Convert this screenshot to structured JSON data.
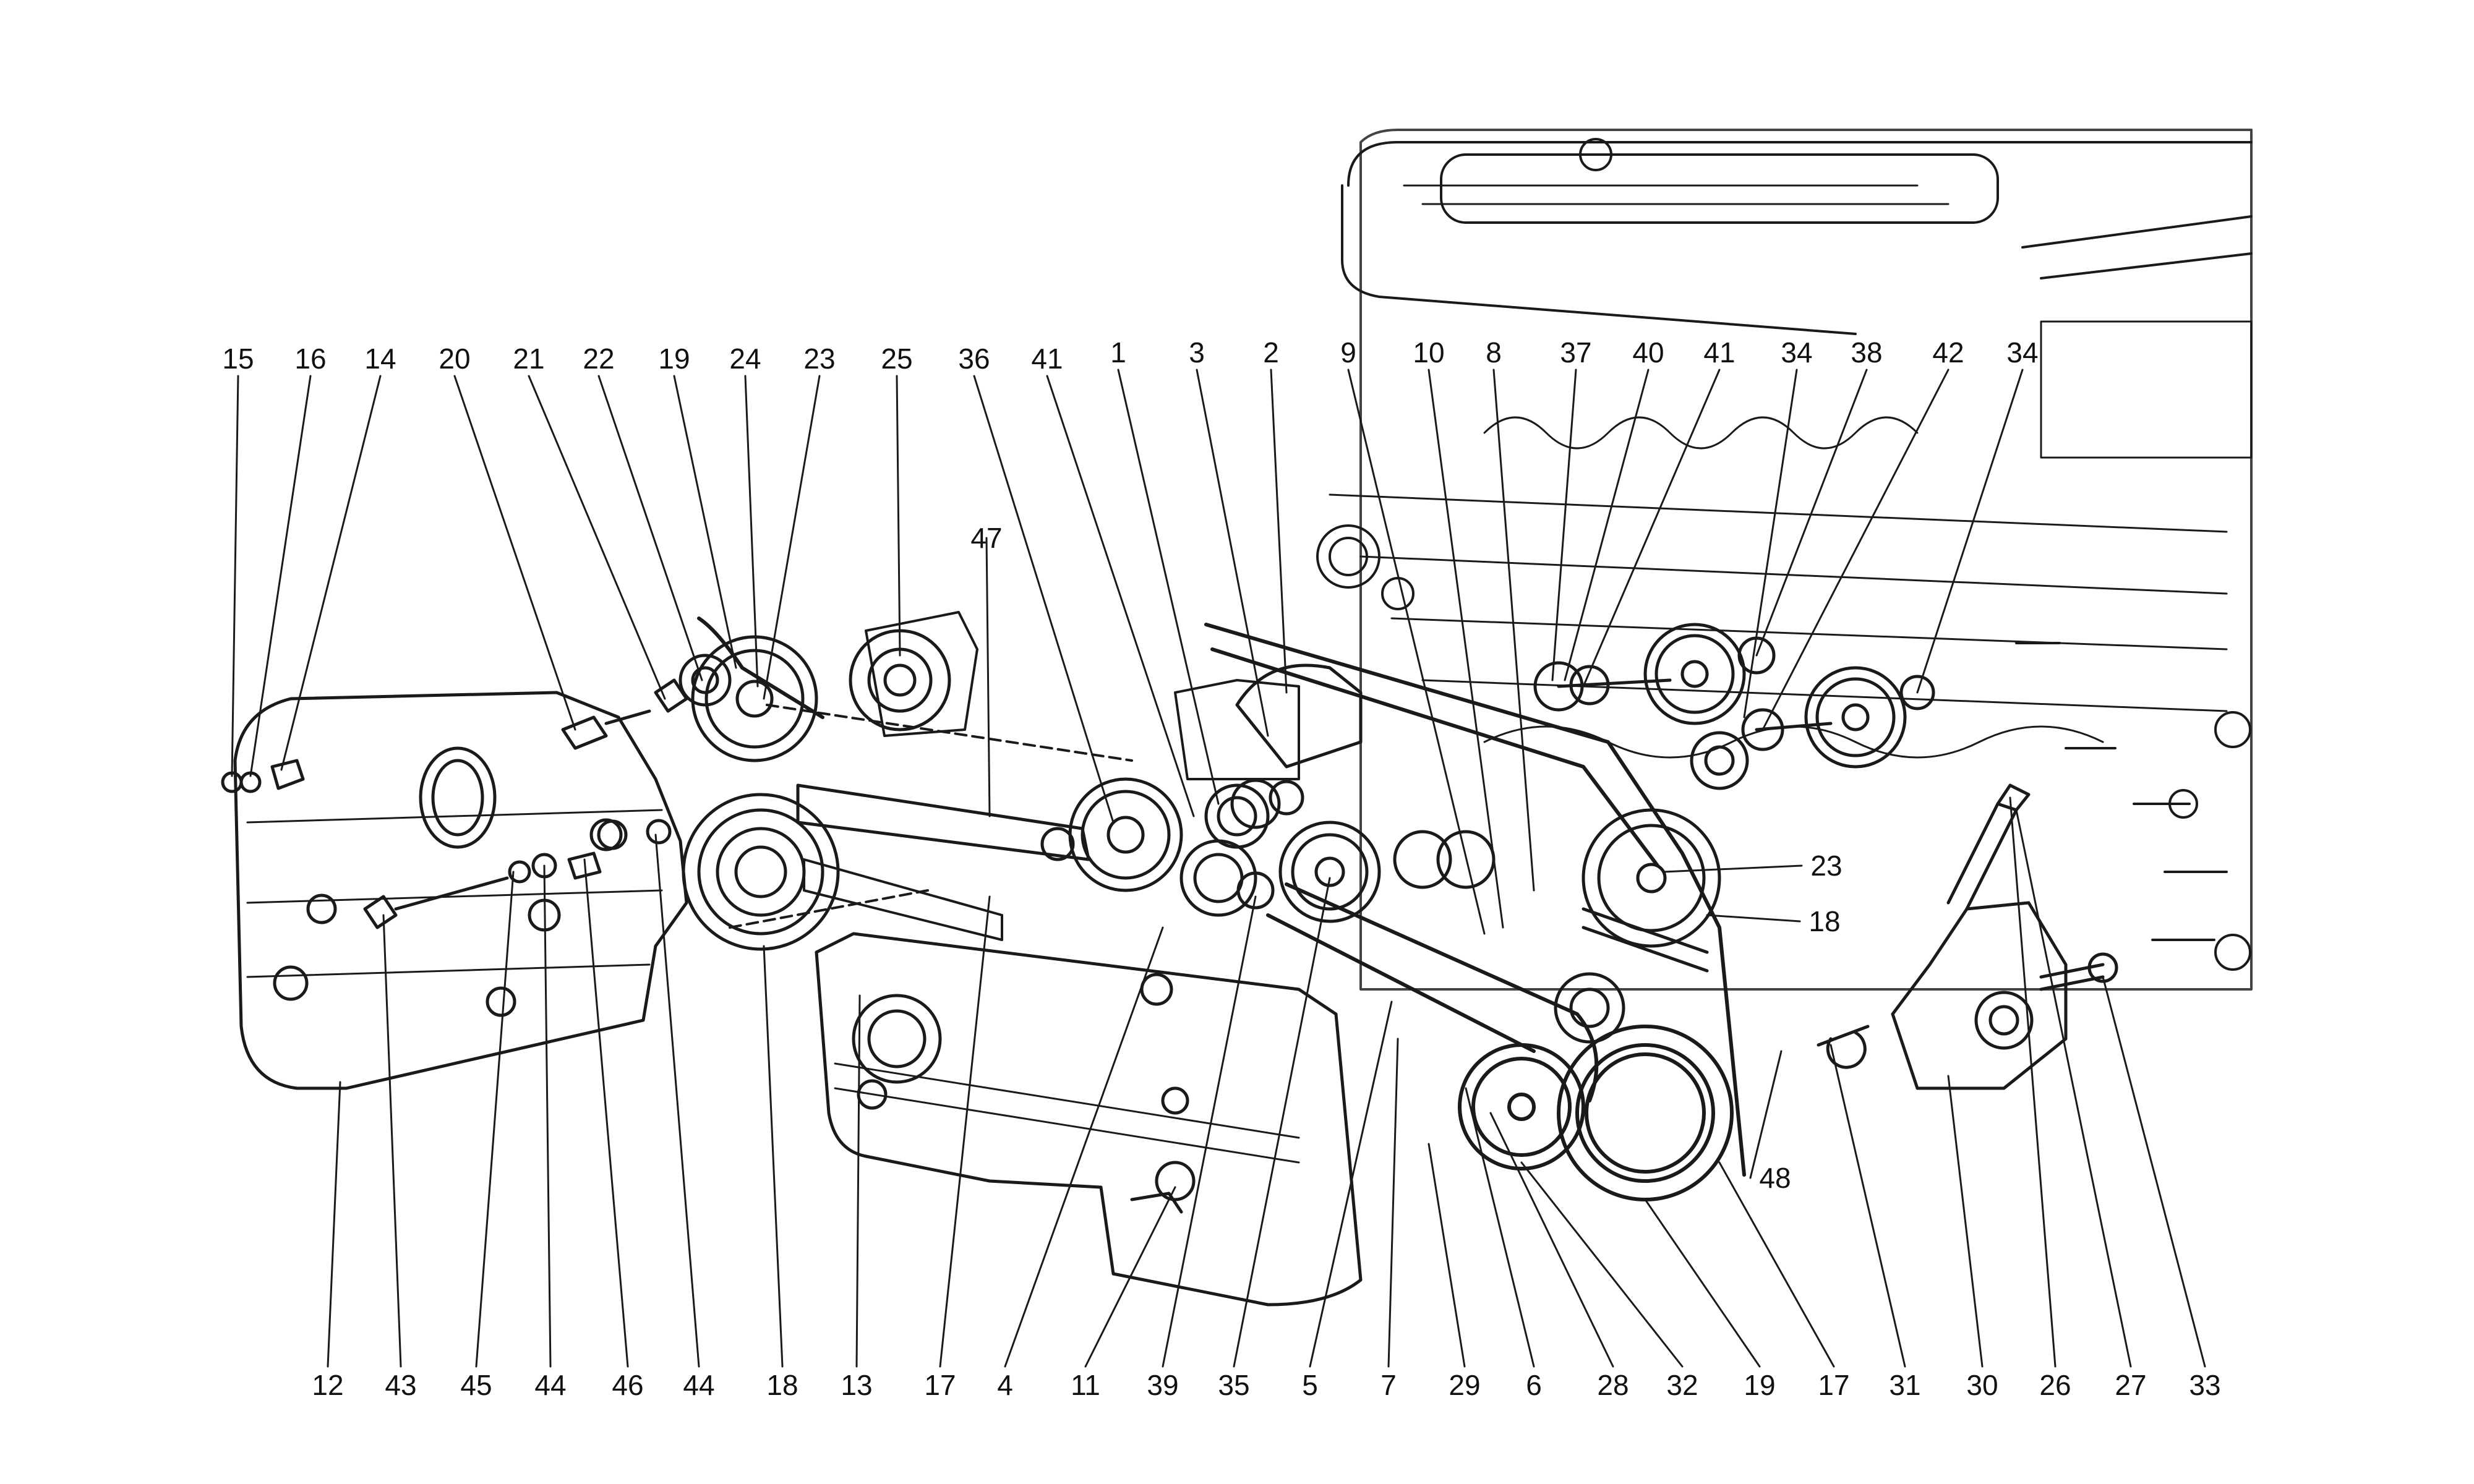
{
  "diagram": {
    "top_labels": [
      "15",
      "16",
      "14",
      "20",
      "21",
      "22",
      "19",
      "24",
      "23",
      "25",
      "36",
      "41",
      "1",
      "3",
      "2",
      "9",
      "10",
      "8",
      "37",
      "40",
      "41",
      "34",
      "38",
      "42",
      "34"
    ],
    "mid_labels": [
      "47",
      "23",
      "18",
      "48"
    ],
    "bottom_labels": [
      "12",
      "43",
      "45",
      "44",
      "46",
      "44",
      "18",
      "13",
      "17",
      "4",
      "11",
      "39",
      "35",
      "5",
      "7",
      "29",
      "6",
      "28",
      "32",
      "19",
      "17",
      "31",
      "30",
      "26",
      "27",
      "33"
    ]
  }
}
